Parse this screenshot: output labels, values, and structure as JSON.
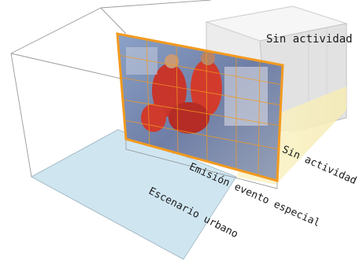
{
  "labels": {
    "no_activity_top": "Sin actividad",
    "no_activity_side": "Sin actividad",
    "special_event": "Emisión evento especial",
    "urban_scene": "Escenario urbano"
  },
  "colors": {
    "screen_frame": "#f39a1e",
    "floor": "#cfe6f1",
    "side_glow": "#f7eeb8",
    "building": "#e9e9e9",
    "wireframe": "#9a9a9a"
  },
  "icons": {
    "photo": "football-players-photo"
  }
}
